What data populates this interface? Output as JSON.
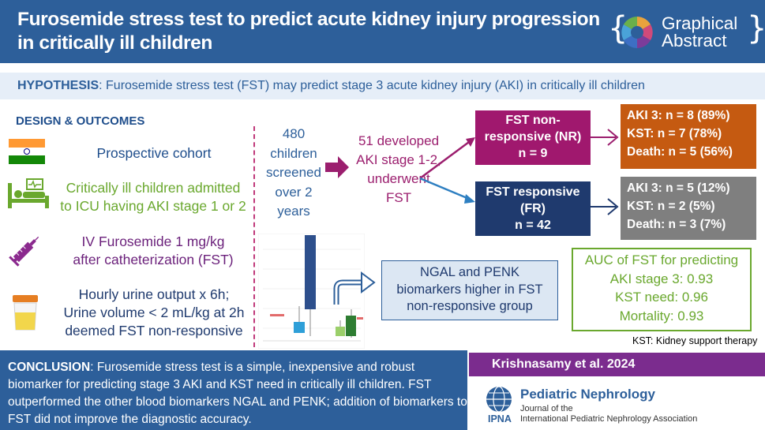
{
  "header": {
    "title_line1": "Furosemide stress test to predict acute kidney injury progression",
    "title_line2": "in critically ill children",
    "logo_line1": "Graphical",
    "logo_line2": "Abstract"
  },
  "hypothesis": {
    "label": "HYPOTHESIS",
    "text": ": Furosemide stress test (FST) may predict stage 3 acute kidney injury (AKI) in critically ill children"
  },
  "design": {
    "label": "DESIGN & OUTCOMES",
    "item1": "Prospective cohort",
    "item2_line1": "Critically ill children admitted",
    "item2_line2": "to ICU having AKI stage 1 or 2",
    "item3_line1": "IV Furosemide 1 mg/kg",
    "item3_line2": "after catheterization (FST)",
    "item4_line1": "Hourly urine output x 6h;",
    "item4_line2": "Urine volume < 2 mL/kg at 2h",
    "item4_line3": "deemed FST non-responsive"
  },
  "flow": {
    "screened": [
      "480",
      "children",
      "screened",
      "over 2",
      "years"
    ],
    "developed": [
      "51 developed",
      "AKI stage 1-2,",
      "underwent",
      "FST"
    ],
    "nr_box": [
      "FST non-",
      "responsive (NR)",
      "n = 9"
    ],
    "fr_box": [
      "FST responsive",
      "(FR)",
      "n = 42"
    ],
    "nr_results": [
      "AKI 3: n = 8 (89%)",
      "KST: n = 7 (78%)",
      "Death: n = 5  (56%)"
    ],
    "fr_results": [
      "AKI 3: n = 5 (12%)",
      "KST: n = 2 (5%)",
      "Death: n = 3 (7%)"
    ]
  },
  "biomarkers": [
    "NGAL and PENK",
    "biomarkers higher in FST",
    "non-responsive group"
  ],
  "auc": [
    "AUC of FST for predicting",
    "AKI stage 3: 0.93",
    "KST need: 0.96",
    "Mortality: 0.93"
  ],
  "kst_note": "KST: Kidney support therapy",
  "conclusion": {
    "label": "CONCLUSION",
    "text": ": Furosemide stress test is a simple, inexpensive and robust biomarker for predicting stage 3 AKI and KST need in critically ill children. FST outperformed the other blood biomarkers NGAL and PENK; addition of biomarkers to FST did not improve the diagnostic accuracy."
  },
  "citation": "Krishnasamy et al. 2024",
  "journal": {
    "name": "Pediatric Nephrology",
    "sub_line1": "Journal of the",
    "sub_line2": "International Pediatric Nephrology Association",
    "ipna": "IPNA"
  },
  "colors": {
    "header_blue": "#2d5f9a",
    "magenta": "#a0186e",
    "navy": "#1f3a6e",
    "orange": "#c55a11",
    "gray": "#7f7f7f",
    "green": "#6aa82e",
    "purple": "#7b2c8e"
  }
}
